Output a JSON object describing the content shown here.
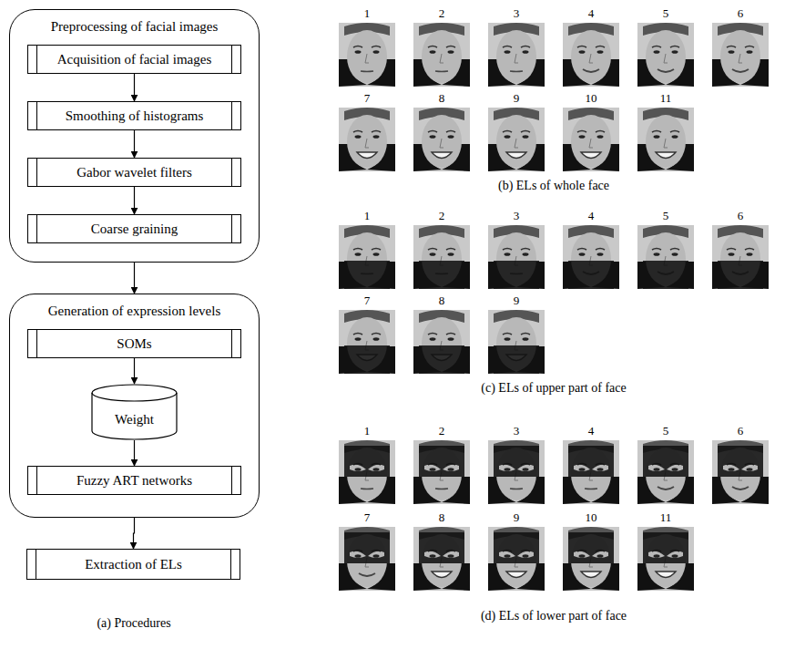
{
  "diagram": {
    "nodes": [
      {
        "text": [
          "Preprocessing of facial images"
        ]
      },
      {
        "text": [
          "Acquisition of facial images"
        ],
        "in": 0
      },
      {
        "text": [
          "Smoothing of histograms"
        ],
        "in": 0
      },
      {
        "text": [
          "Gabor wavelet filters"
        ],
        "in": 0
      },
      {
        "text": [
          "Coarse graining"
        ],
        "in": 0
      },
      {
        "text": [
          "Generation of expression levels"
        ]
      },
      {
        "text": [
          "SOMs"
        ],
        "in": 5
      },
      {
        "text": [
          "Weight"
        ],
        "in": 5
      },
      {
        "text": [
          "Fuzzy ART networks"
        ],
        "in": 5
      },
      {
        "text": [
          "Extraction of ELs"
        ]
      }
    ],
    "edges": [
      {
        "from": 1,
        "to": 2,
        "arrow": "to"
      },
      {
        "from": 2,
        "to": 3,
        "arrow": "to"
      },
      {
        "from": 3,
        "to": 4,
        "arrow": "to"
      },
      {
        "from": 0,
        "to": 5,
        "arrow": "to"
      },
      {
        "from": 6,
        "to": 7,
        "arrow": "to"
      },
      {
        "from": 7,
        "to": 8,
        "arrow": "to"
      },
      {
        "from": 5,
        "to": 9,
        "arrow": "to"
      }
    ],
    "labels": [
      "(a) Procedures",
      "1",
      "2",
      "3",
      "4",
      "5",
      "6",
      "7",
      "8",
      "9",
      "10",
      "11",
      "(b) ELs of whole face",
      "1",
      "2",
      "3",
      "4",
      "5",
      "6",
      "7",
      "8",
      "9",
      "(c) ELs of upper part of face",
      "1",
      "2",
      "3",
      "4",
      "5",
      "6",
      "7",
      "8",
      "9",
      "10",
      "11",
      "(d) ELs of lower part of face"
    ]
  }
}
